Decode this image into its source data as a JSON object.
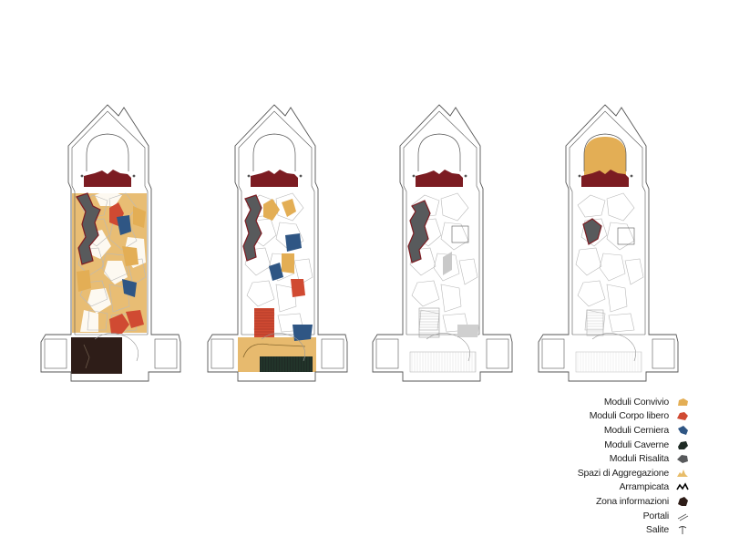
{
  "colors": {
    "convivio": "#e3ae55",
    "corpo_libero": "#d04a32",
    "cerniera": "#2f5684",
    "caverne": "#1f2b25",
    "risalita": "#585a5c",
    "aggregazione": "#e8bd6a",
    "arrampicata": "#000000",
    "informazioni": "#2e1d18",
    "portali": "#555555",
    "salite": "#444444",
    "plan_line": "#555555",
    "crest": "#7c1c22"
  },
  "legend": {
    "items": [
      {
        "label": "Moduli Convivio",
        "swatch": "convivio-icon"
      },
      {
        "label": "Moduli Corpo libero",
        "swatch": "corpo-libero-icon"
      },
      {
        "label": "Moduli Cerniera",
        "swatch": "cerniera-icon"
      },
      {
        "label": "Moduli Caverne",
        "swatch": "caverne-icon"
      },
      {
        "label": "Moduli Risalita",
        "swatch": "risalita-icon"
      },
      {
        "label": "Spazi di Aggregazione",
        "swatch": "aggregazione-icon"
      },
      {
        "label": "Arrampicata",
        "swatch": "arrampicata-icon"
      },
      {
        "label": "Zona informazioni",
        "swatch": "informazioni-icon"
      },
      {
        "label": "Portali",
        "swatch": "portali-icon"
      },
      {
        "label": "Salite",
        "swatch": "salite-icon"
      }
    ]
  },
  "plans": [
    {
      "id": "level-1",
      "variant": "full-colour"
    },
    {
      "id": "level-2",
      "variant": "partial-colour"
    },
    {
      "id": "level-3",
      "variant": "risalita-grey"
    },
    {
      "id": "level-4",
      "variant": "attic"
    }
  ]
}
